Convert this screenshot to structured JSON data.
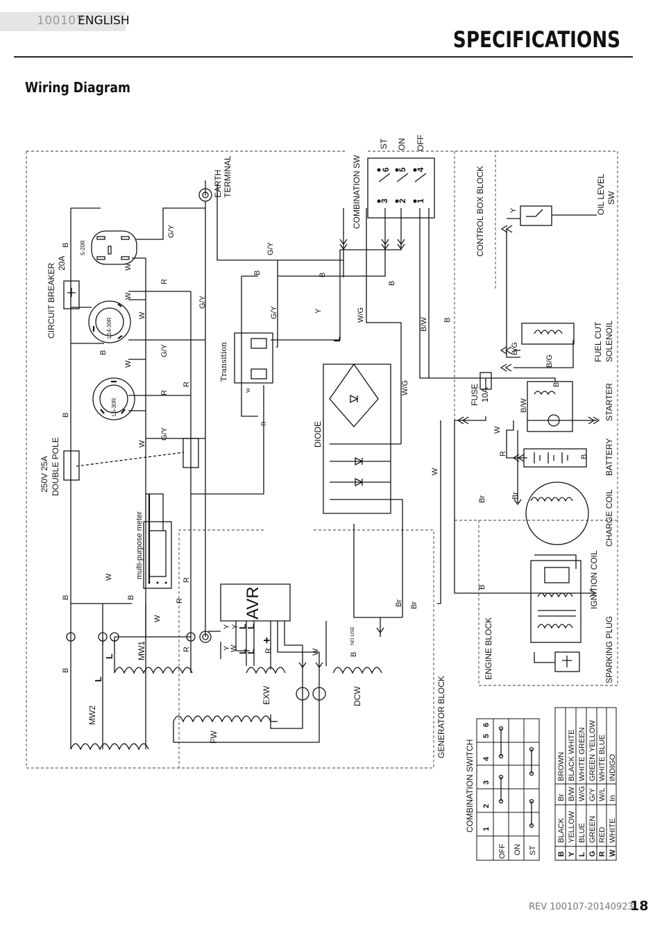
{
  "header": {
    "doc_code": "100107",
    "language": "ENGLISH",
    "title": "SPECIFICATIONS"
  },
  "section_title": "Wiring Diagram",
  "labels": {
    "st": "ST",
    "on": "ON",
    "off": "OFF",
    "combination_sw": "COMBINATION SW",
    "control_box_block": "CONTROL BOX BLOCK",
    "oil_level_1": "OIL LEVEL",
    "oil_level_2": "SW",
    "earth_1": "EARTH",
    "earth_2": "TERMINAL",
    "circuit_breaker_1": "CIRCUIT BREAKER",
    "circuit_breaker_2": "20A",
    "double_pole_1": "250V   25A",
    "double_pole_2": "DOUBLE POLE",
    "r520": "5-20R",
    "l1430": "L14-30R",
    "l530": "L5-30R",
    "transition": "Transition",
    "diode": "DIODE",
    "fuel_cut_1": "FUEL CUT",
    "fuel_cut_2": "SOLENOIL",
    "starter": "STARTER",
    "battery": "BATTERY",
    "charge_coil": "CHARGE COIL",
    "ignition_coil": "IGNITION COIL",
    "sparking_plug": "SPARKING PLUG",
    "engine_block": "ENGINE BLOCK",
    "generator_block": "GENERATOR BLOCK",
    "fuse_1": "FUSE",
    "fuse_2": "10A",
    "meter": "multi-purpose meter",
    "avr": "AVR",
    "mw1": "MW1",
    "mw2": "MW2",
    "exw": "EXW",
    "dcw": "DCW",
    "fw": "FW",
    "no_use": "NO USE"
  },
  "wire_tags": {
    "b": "B",
    "w": "W",
    "r": "R",
    "gy": "G/Y",
    "y": "Y",
    "l": "L",
    "wg": "W/G",
    "bw": "B/W",
    "bg": "B/G",
    "br": "Br",
    "plus": "+"
  },
  "switch_terminals": [
    "6",
    "5",
    "4",
    "3",
    "2",
    "1"
  ],
  "combination_switch": {
    "title": "COMBINATION SWITCH",
    "columns": [
      "1",
      "2",
      "3",
      "4",
      "5",
      "6"
    ],
    "rows": [
      "OFF",
      "ON",
      "ST"
    ]
  },
  "color_legend": [
    {
      "code": "B",
      "name": "BLACK",
      "code2": "Br",
      "name2": "BROWN"
    },
    {
      "code": "Y",
      "name": "YELLOW",
      "code2": "B/W",
      "name2": "BLACK WHITE"
    },
    {
      "code": "L",
      "name": "BLUE",
      "code2": "W/G",
      "name2": "WHITE GREEN"
    },
    {
      "code": "G",
      "name": "GREEN",
      "code2": "G/Y",
      "name2": "GREEN YELLOW"
    },
    {
      "code": "R",
      "name": "RED",
      "code2": "W/L",
      "name2": "WHITE BLUE"
    },
    {
      "code": "W",
      "name": "WHITE",
      "code2": "In",
      "name2": "INDIGO"
    }
  ],
  "footer": {
    "revision": "REV 100107-20140923",
    "page": "18"
  }
}
